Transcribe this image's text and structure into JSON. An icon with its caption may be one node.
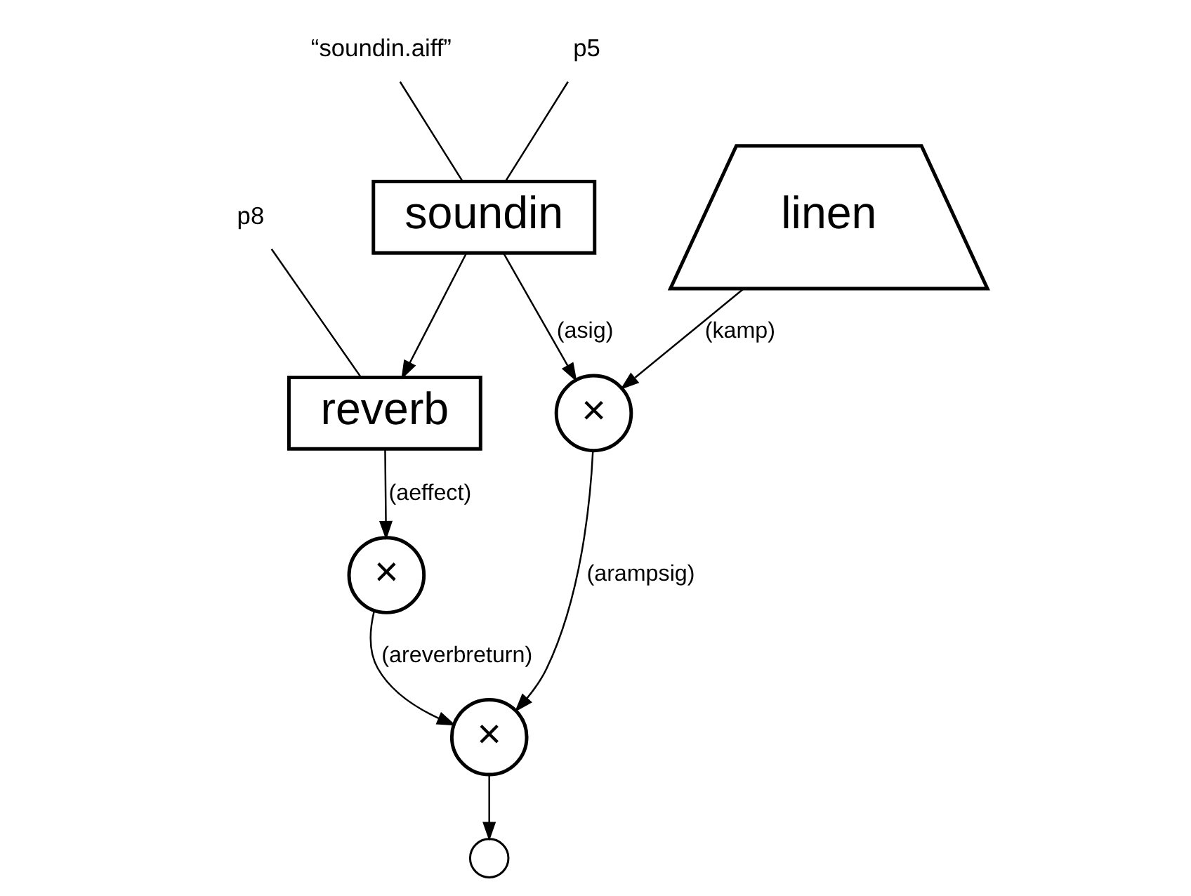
{
  "diagram": {
    "nodes": [
      {
        "text": [
          "“soundin.aiff”"
        ]
      },
      {
        "text": [
          "p5"
        ]
      },
      {
        "text": [
          "soundin"
        ]
      },
      {
        "text": [
          "linen"
        ]
      },
      {
        "text": [
          "p8"
        ]
      },
      {
        "text": [
          "reverb"
        ]
      },
      {
        "text": [
          "×"
        ]
      },
      {
        "text": [
          "×"
        ]
      },
      {
        "text": [
          "×"
        ]
      },
      {
        "text": [],
        "shape": "circle"
      }
    ],
    "edges": [
      {
        "from": 0,
        "to": 2,
        "arrow": "none"
      },
      {
        "from": 1,
        "to": 2,
        "arrow": "none"
      },
      {
        "from": 2,
        "to": 5,
        "arrow": "to"
      },
      {
        "from": 2,
        "to": 6,
        "arrow": "to",
        "label": "(asig)"
      },
      {
        "from": 3,
        "to": 6,
        "arrow": "to",
        "label": "(kamp)"
      },
      {
        "from": 4,
        "to": 5,
        "arrow": "none"
      },
      {
        "from": 5,
        "to": 7,
        "arrow": "to",
        "label": "(aeffect)"
      },
      {
        "from": 6,
        "to": 8,
        "arrow": "to",
        "label": "(arampsig)"
      },
      {
        "from": 7,
        "to": 8,
        "arrow": "to",
        "label": "(areverbreturn)"
      },
      {
        "from": 8,
        "to": 9,
        "arrow": "to"
      }
    ]
  }
}
